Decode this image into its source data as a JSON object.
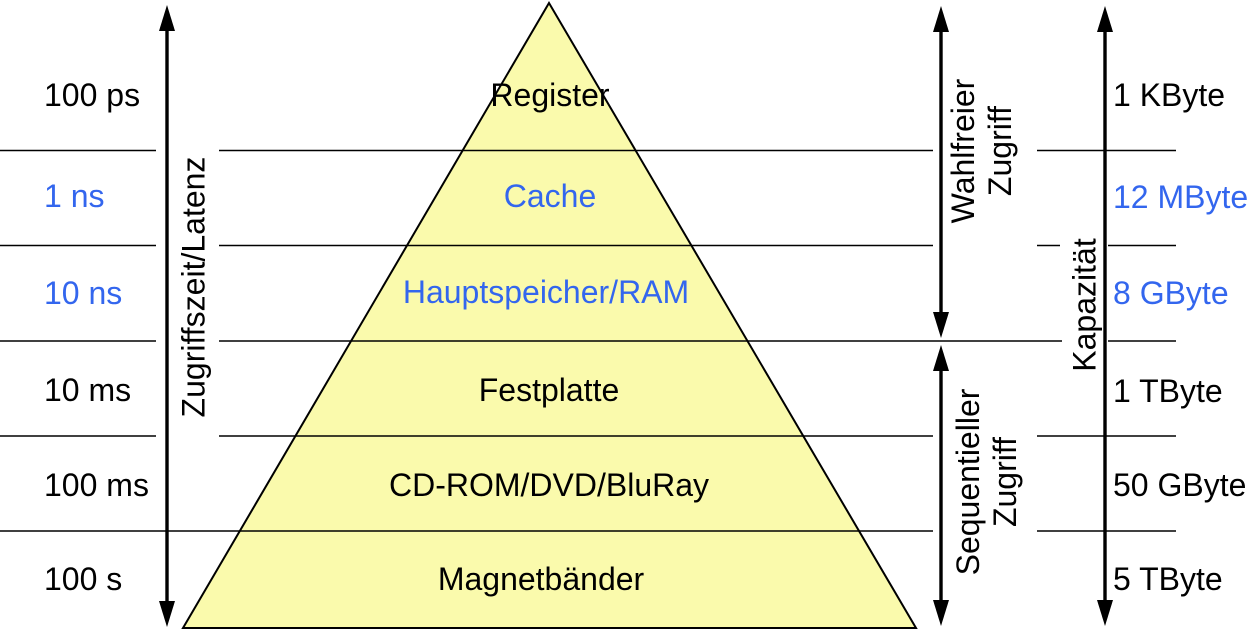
{
  "colors": {
    "accent_blue": "#3366EE",
    "pyramid_fill": "#FAFAAC",
    "line_color": "#000000"
  },
  "axis_labels": {
    "latency": "Zugriffszeit/Latenz",
    "random_access_line1": "Wahlfreier",
    "random_access_line2": "Zugriff",
    "sequential_access_line1": "Sequentieller",
    "sequential_access_line2": "Zugriff",
    "capacity": "Kapazität"
  },
  "levels": [
    {
      "name": "Register",
      "latency": "100 ps",
      "capacity": "1 KByte",
      "highlight": false
    },
    {
      "name": "Cache",
      "latency": "1 ns",
      "capacity": "12 MByte",
      "highlight": true
    },
    {
      "name": "Hauptspeicher/RAM",
      "latency": "10 ns",
      "capacity": "8 GByte",
      "highlight": true
    },
    {
      "name": "Festplatte",
      "latency": "10 ms",
      "capacity": "1 TByte",
      "highlight": false
    },
    {
      "name": "CD-ROM/DVD/BluRay",
      "latency": "100 ms",
      "capacity": "50 GByte",
      "highlight": false
    },
    {
      "name": "Magnetbänder",
      "latency": "100 s",
      "capacity": "5 TByte",
      "highlight": false
    }
  ]
}
